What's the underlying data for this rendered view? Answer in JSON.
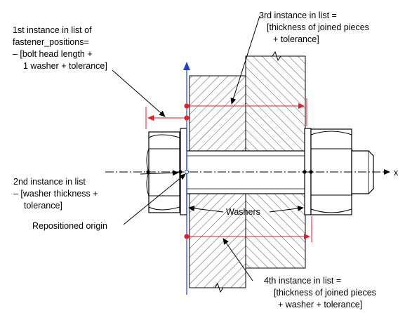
{
  "annotations": {
    "first": {
      "lines": [
        "1st instance in list of",
        "fastener_positions=",
        "– [bolt head length +",
        "1 washer + tolerance]"
      ]
    },
    "second": {
      "lines": [
        "2nd instance in list",
        "– [washer thickness +",
        "tolerance]"
      ]
    },
    "third": {
      "lines": [
        "3rd instance in list =",
        "[thickness of joined pieces",
        "+ tolerance]"
      ]
    },
    "fourth": {
      "lines": [
        "4th instance in list =",
        "[thickness of joined pieces",
        "+ washer + tolerance]"
      ]
    },
    "washers": "Washers",
    "origin": "Repositioned origin",
    "x_axis": "x"
  },
  "colors": {
    "dimension": "#e8192c",
    "axis": "#1f3fd6",
    "outline": "#000000",
    "hatch": "#555555"
  }
}
